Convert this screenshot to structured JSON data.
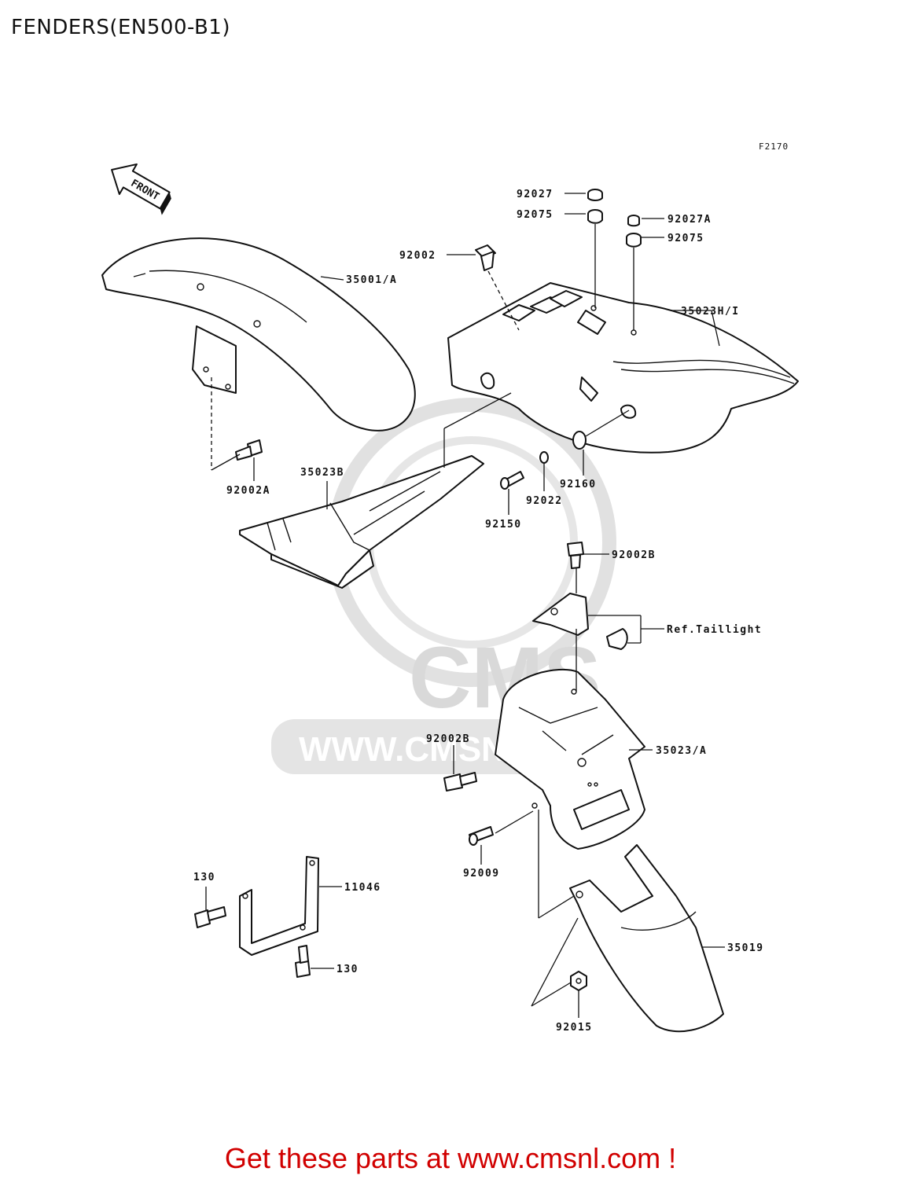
{
  "title": "FENDERS(EN500-B1)",
  "figure_code": "F2170",
  "front_arrow_label": "FRONT",
  "watermark": {
    "logo_text": "CMS",
    "url_text": "WWW.CMSNL.COM"
  },
  "parts": [
    {
      "id": "p1",
      "label": "92027"
    },
    {
      "id": "p2",
      "label": "92075"
    },
    {
      "id": "p3",
      "label": "92027A"
    },
    {
      "id": "p4",
      "label": "92075"
    },
    {
      "id": "p5",
      "label": "92002"
    },
    {
      "id": "p6",
      "label": "35001/A"
    },
    {
      "id": "p7",
      "label": "35023H/I"
    },
    {
      "id": "p8",
      "label": "92002A"
    },
    {
      "id": "p9",
      "label": "35023B"
    },
    {
      "id": "p10",
      "label": "92160"
    },
    {
      "id": "p11",
      "label": "92022"
    },
    {
      "id": "p12",
      "label": "92150"
    },
    {
      "id": "p13",
      "label": "92002B"
    },
    {
      "id": "p14",
      "label": "Ref.Taillight"
    },
    {
      "id": "p15",
      "label": "92002B"
    },
    {
      "id": "p16",
      "label": "35023/A"
    },
    {
      "id": "p17",
      "label": "92009"
    },
    {
      "id": "p18",
      "label": "130"
    },
    {
      "id": "p19",
      "label": "11046"
    },
    {
      "id": "p20",
      "label": "130"
    },
    {
      "id": "p21",
      "label": "35019"
    },
    {
      "id": "p22",
      "label": "92015"
    }
  ],
  "call_to_action": "Get these parts at www.cmsnl.com !"
}
